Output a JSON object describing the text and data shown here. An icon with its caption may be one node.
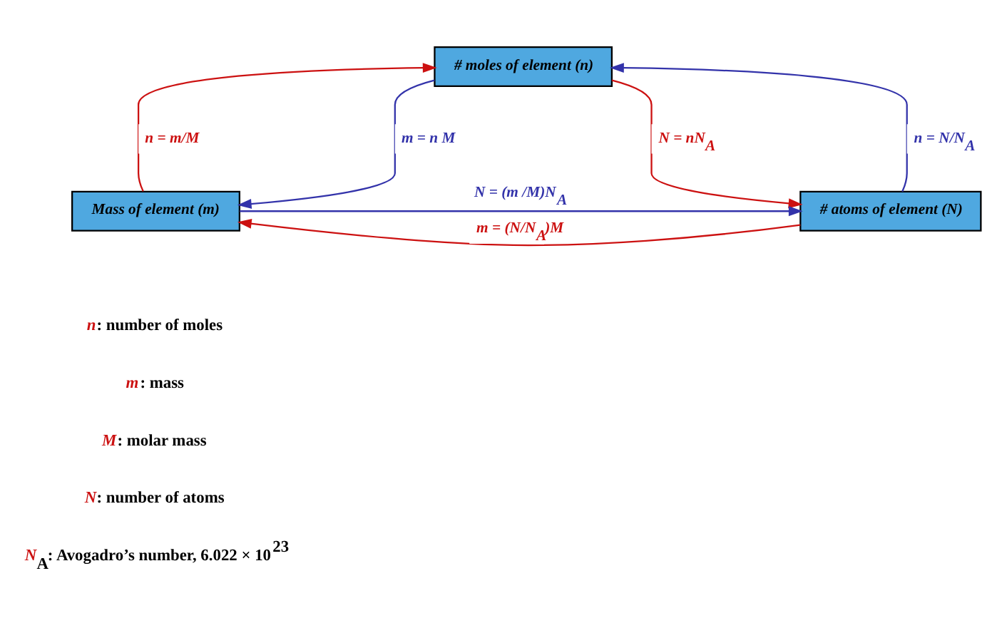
{
  "diagram": {
    "nodes": [
      {
        "text": [
          "# moles of element (n)"
        ]
      },
      {
        "text": [
          "Mass of element (m)"
        ]
      },
      {
        "text": [
          "# atoms of element (N)"
        ]
      }
    ],
    "edges": [
      {
        "from": 1,
        "to": 0,
        "arrow": "to",
        "label": "n = m/M",
        "color": "#cc1111"
      },
      {
        "from": 0,
        "to": 1,
        "arrow": "to",
        "label": "m = n M",
        "color": "#3333aa"
      },
      {
        "from": 0,
        "to": 2,
        "arrow": "to",
        "label": "N = nN$_{A}$",
        "color": "#cc1111"
      },
      {
        "from": 2,
        "to": 0,
        "arrow": "to",
        "label": "n = N/N$_{A}$",
        "color": "#3333aa"
      },
      {
        "from": 1,
        "to": 2,
        "arrow": "to",
        "label": "N = (m /M)N$_{A}$",
        "color": "#3333aa"
      },
      {
        "from": 2,
        "to": 1,
        "arrow": "to",
        "label": "m = (N/N$_{A}$)M",
        "color": "#cc1111"
      }
    ],
    "labels": [
      "*n*: number of moles",
      "*m*: mass",
      "*M*: molar mass",
      "*N*: number of atoms",
      "*N*$_{A}$: Avogadro’s number, 6.022 × 10$^{23}$"
    ]
  }
}
